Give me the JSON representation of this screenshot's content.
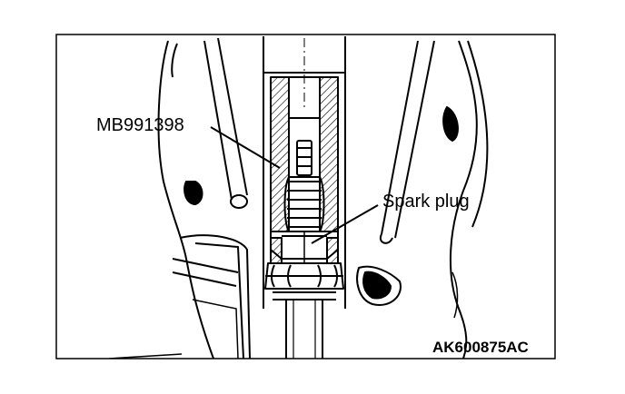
{
  "labels": {
    "tool": "MB991398",
    "part": "Spark plug",
    "figure_code": "AK600875AC"
  },
  "colors": {
    "line": "#000000",
    "background": "#ffffff",
    "shade": "#b8b8b8"
  }
}
